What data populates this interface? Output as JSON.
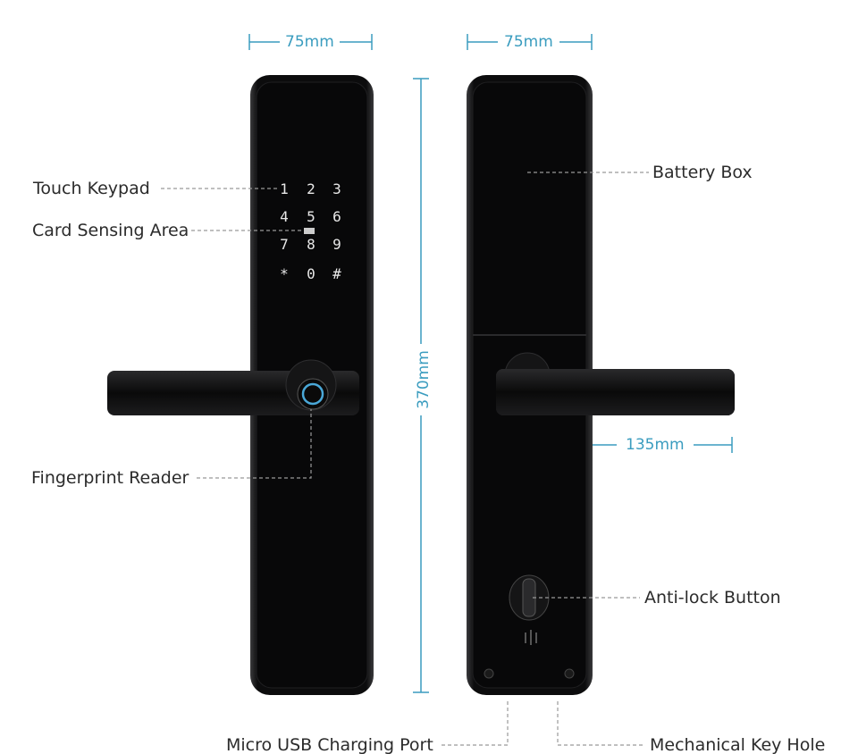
{
  "dimensions": {
    "front_width": "75mm",
    "back_width": "75mm",
    "height": "370mm",
    "handle_length": "135mm"
  },
  "labels": {
    "touch_keypad": "Touch Keypad",
    "card_sensing_area": "Card Sensing Area",
    "fingerprint_reader": "Fingerprint Reader",
    "battery_box": "Battery Box",
    "anti_lock_button": "Anti-lock Button",
    "micro_usb": "Micro USB Charging Port",
    "key_hole": "Mechanical Key Hole"
  },
  "keypad": [
    "1",
    "2",
    "3",
    "4",
    "5",
    "6",
    "7",
    "8",
    "9",
    "*",
    "0",
    "#"
  ],
  "colors": {
    "dimension": "#3a9cbf",
    "body": "#0b0b0c",
    "text": "#2b2b2b"
  }
}
